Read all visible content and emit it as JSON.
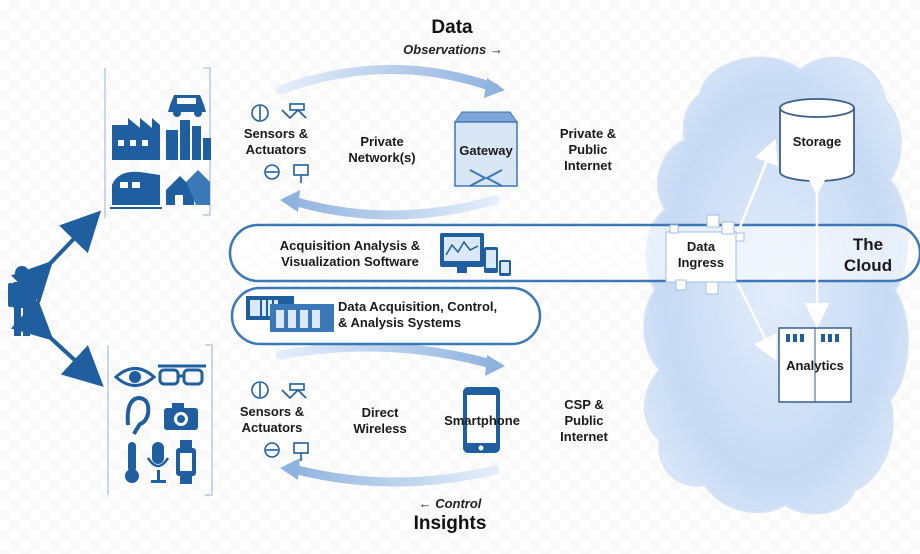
{
  "header": {
    "title": "Data",
    "subtitle": "Observations →"
  },
  "footer": {
    "title": "Insights",
    "subtitle": "← Control"
  },
  "top_row": {
    "sensors": [
      "Sensors &",
      "Actuators"
    ],
    "network": [
      "Private",
      "Network(s)"
    ],
    "gateway": "Gateway",
    "internet": [
      "Private &",
      "Public",
      "Internet"
    ]
  },
  "bottom_row": {
    "sensors": [
      "Sensors &",
      "Actuators"
    ],
    "network": [
      "Direct",
      "Wireless"
    ],
    "device": "Smartphone",
    "internet": [
      "CSP &",
      "Public",
      "Internet"
    ]
  },
  "bands": {
    "software": [
      "Acquisition Analysis &",
      "Visualization Software"
    ],
    "systems": [
      "Data Acquisition, Control,",
      "& Analysis Systems"
    ]
  },
  "cloud": {
    "title": [
      "The",
      "Cloud"
    ],
    "ingress": [
      "Data",
      "Ingress"
    ],
    "storage": "Storage",
    "analytics": "Analytics"
  },
  "colors": {
    "primary": "#1f5f9f",
    "accent": "#2b6cb0",
    "arrow_light": "#b9d3ee",
    "cloud": "#c9dcf5"
  }
}
